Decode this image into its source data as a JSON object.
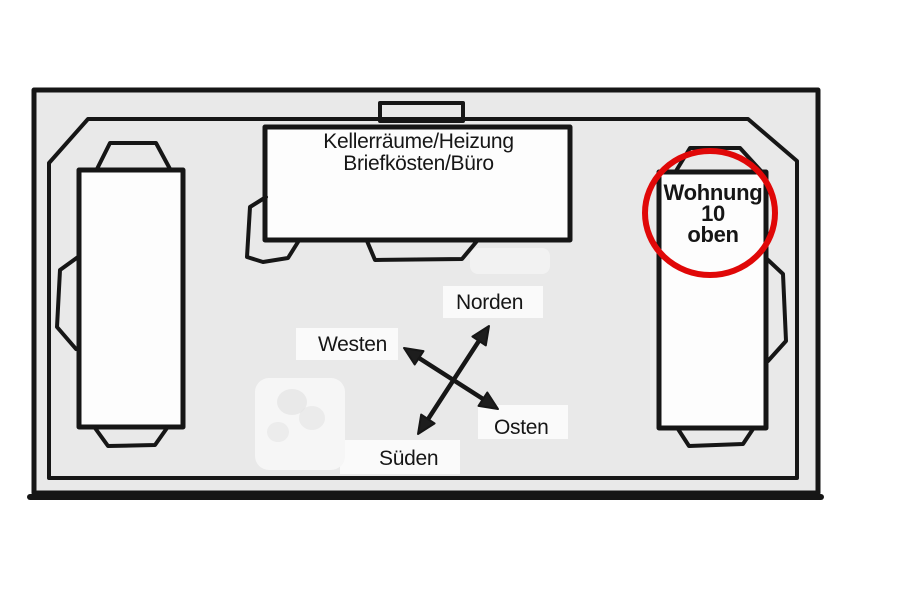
{
  "plan": {
    "central_building": {
      "label_line1": "Kellerräume/Heizung",
      "label_line2": "Briefkösten/Büro"
    },
    "right_building": {
      "label_line1": "Wohnung",
      "label_line2": "10",
      "label_line3": "oben"
    },
    "compass": {
      "north_label": "Norden",
      "west_label": "Westen",
      "east_label": "Osten",
      "south_label": "Süden"
    }
  },
  "colors": {
    "page_background": "#ffffff",
    "paper": "#e9e9e9",
    "ink": "#161616",
    "building_fill": "#fdfdfd",
    "highlight_red": "#e00808"
  }
}
